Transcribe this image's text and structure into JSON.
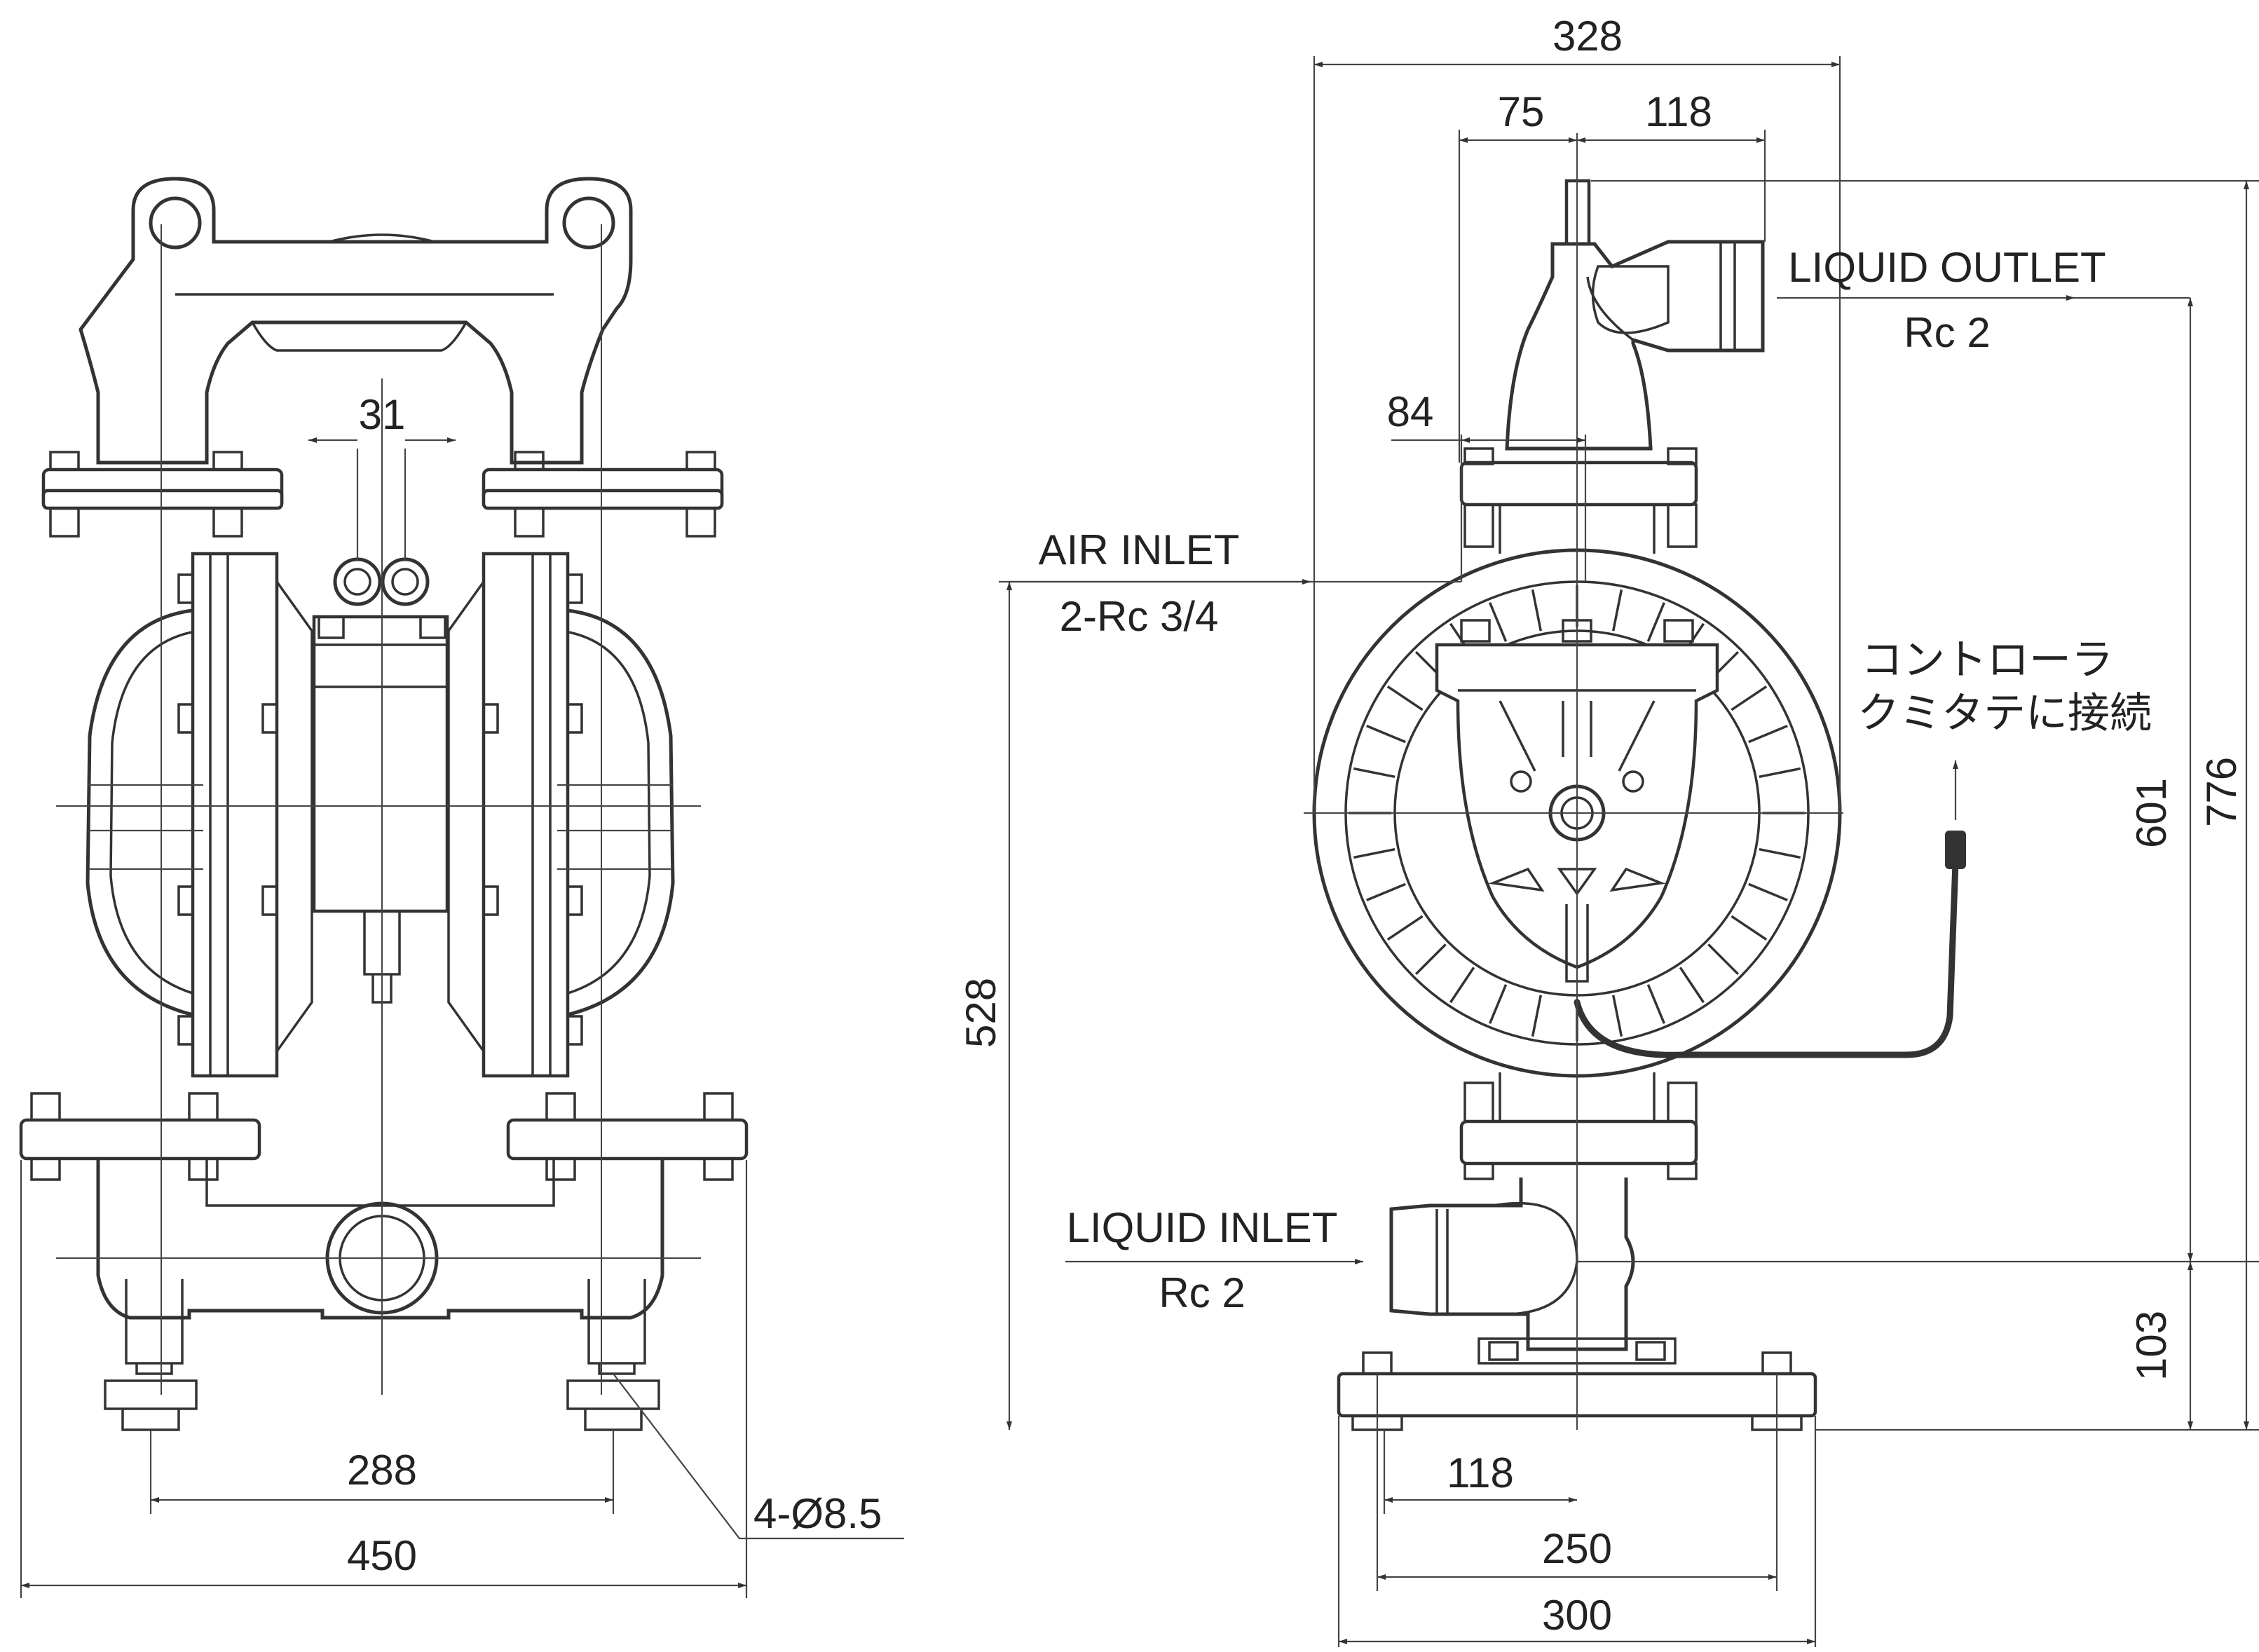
{
  "front_view": {
    "dimensions": {
      "air_port_pitch": "31",
      "anchor_pitch": "288",
      "overall_width": "450",
      "anchor_holes": "4-Ø8.5"
    }
  },
  "side_view": {
    "dimensions": {
      "overall_depth": "328",
      "outlet_offset_left": "75",
      "outlet_offset_right": "118",
      "air_inlet_offset": "84",
      "air_inlet_height": "528",
      "outlet_height": "601",
      "overall_height": "776",
      "inlet_height": "103",
      "base_offset": "118",
      "base_hole_pitch": "250",
      "base_width": "300"
    },
    "labels": {
      "liquid_outlet": "LIQUID OUTLET",
      "liquid_outlet_size": "Rc 2",
      "air_inlet": "AIR INLET",
      "air_inlet_size": "2-Rc 3/4",
      "liquid_inlet": "LIQUID INLET",
      "liquid_inlet_size": "Rc 2",
      "controller_line1": "コントローラ",
      "controller_line2": "クミタテに接続"
    }
  }
}
